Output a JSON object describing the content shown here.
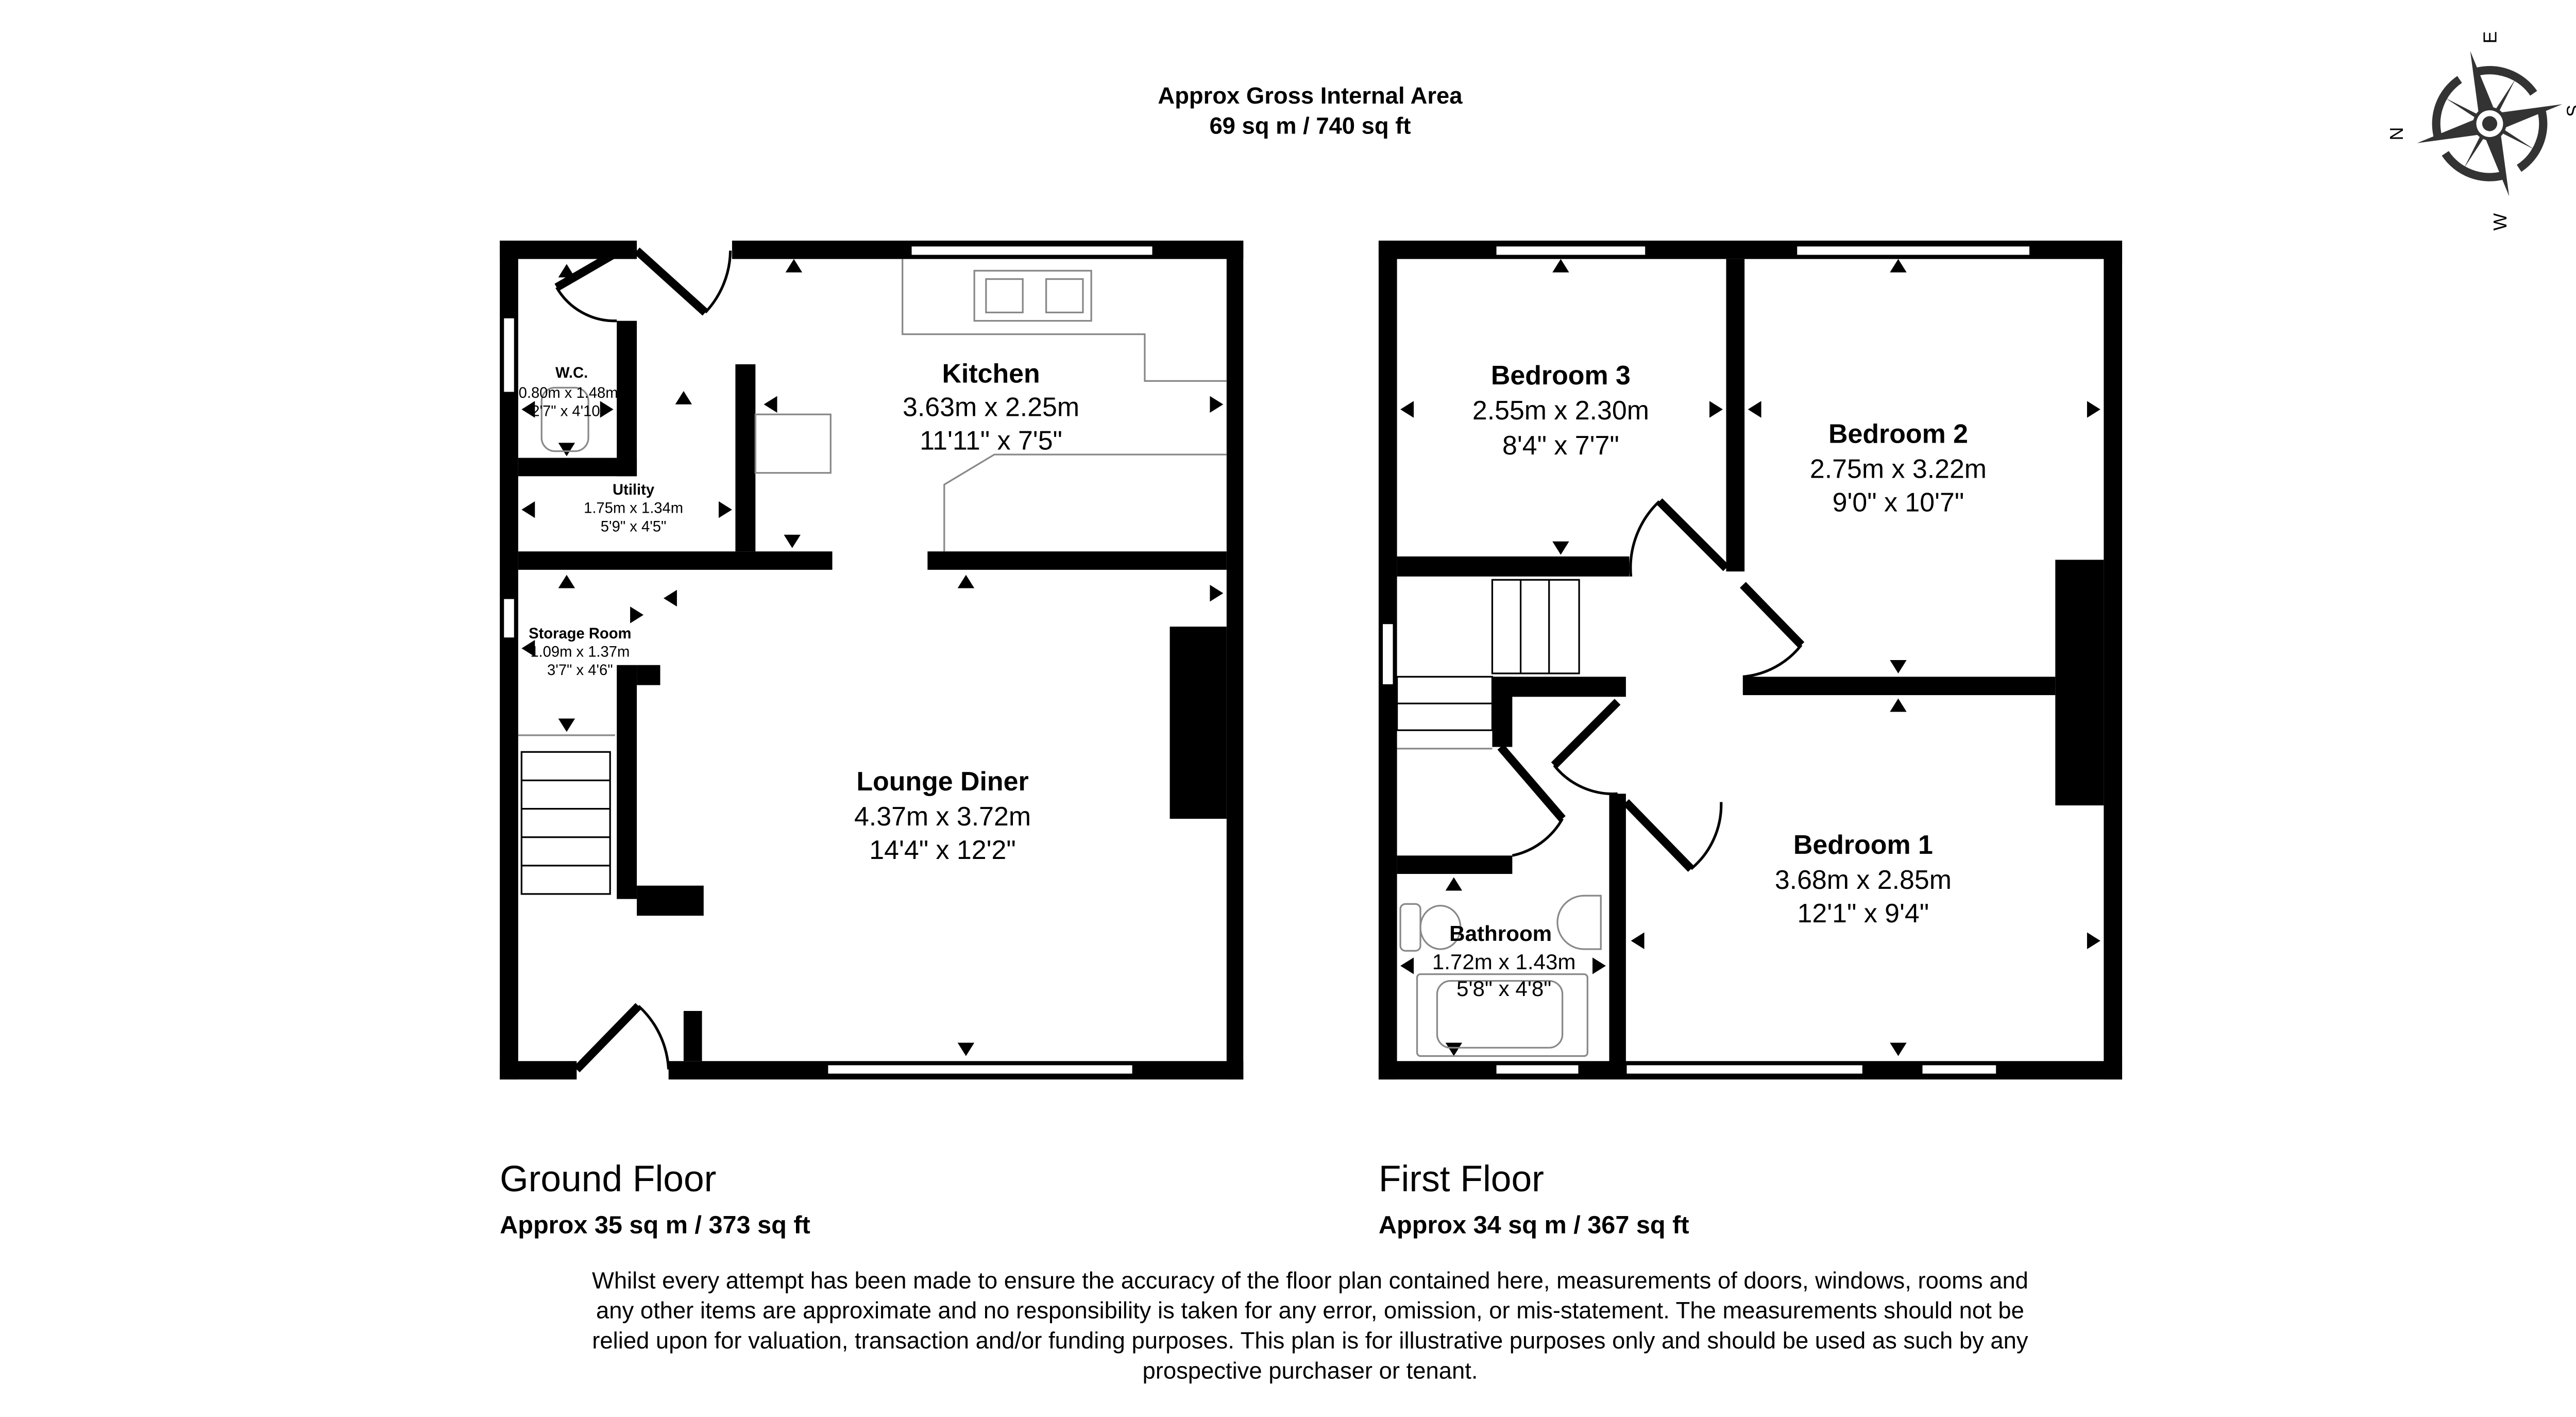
{
  "header": {
    "title": "Approx Gross Internal Area",
    "area": "69 sq m / 740 sq ft"
  },
  "compass": {
    "n": "N",
    "e": "E",
    "s": "S",
    "w": "W"
  },
  "ground_floor": {
    "title": "Ground Floor",
    "area": "Approx 35 sq m / 373 sq ft",
    "rooms": {
      "kitchen": {
        "name": "Kitchen",
        "metric": "3.63m x 2.25m",
        "imperial": "11'11\" x 7'5\""
      },
      "wc": {
        "name": "W.C.",
        "metric": "0.80m x 1.48m",
        "imperial": "2'7\" x 4'10\""
      },
      "utility": {
        "name": "Utility",
        "metric": "1.75m x 1.34m",
        "imperial": "5'9\" x 4'5\""
      },
      "storage": {
        "name": "Storage Room",
        "metric": "1.09m x 1.37m",
        "imperial": "3'7\" x 4'6\""
      },
      "lounge": {
        "name": "Lounge Diner",
        "metric": "4.37m x 3.72m",
        "imperial": "14'4\" x 12'2\""
      }
    }
  },
  "first_floor": {
    "title": "First Floor",
    "area": "Approx 34 sq m / 367 sq ft",
    "rooms": {
      "bedroom3": {
        "name": "Bedroom 3",
        "metric": "2.55m x 2.30m",
        "imperial": "8'4\" x 7'7\""
      },
      "bedroom2": {
        "name": "Bedroom 2",
        "metric": "2.75m x 3.22m",
        "imperial": "9'0\" x 10'7\""
      },
      "bedroom1": {
        "name": "Bedroom 1",
        "metric": "3.68m x 2.85m",
        "imperial": "12'1\" x 9'4\""
      },
      "bathroom": {
        "name": "Bathroom",
        "metric": "1.72m x 1.43m",
        "imperial": "5'8\" x 4'8\""
      }
    }
  },
  "disclaimer": [
    "Whilst every attempt has been made to ensure the accuracy of the floor plan contained here, measurements of doors, windows, rooms and",
    "any other items are approximate and no responsibility is taken for any error, omission, or mis-statement. The measurements should not be",
    "relied upon for valuation, transaction and/or funding purposes. This plan is for illustrative purposes only and should be used as such by any",
    "prospective purchaser or tenant."
  ]
}
